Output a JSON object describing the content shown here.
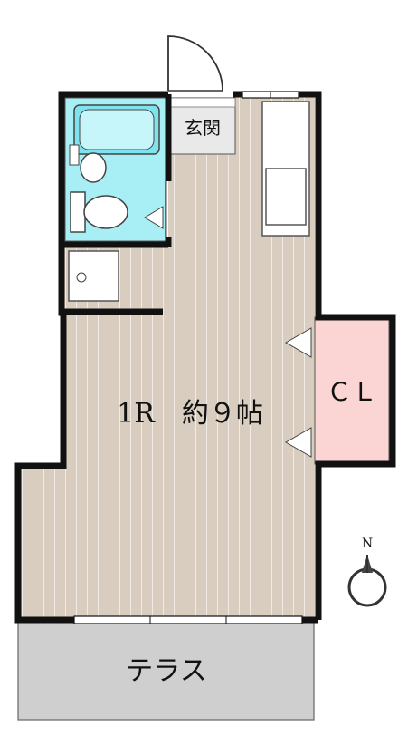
{
  "rooms": {
    "entrance": "玄関",
    "main": "1R　約９帖",
    "closet": "ＣＬ",
    "terrace": "テラス"
  },
  "compass": {
    "north": "N"
  },
  "colors": {
    "wall": "#111111",
    "floor": "#d9cdbf",
    "floor_stripe": "#ffffff",
    "bath": "#a8eef5",
    "closet": "#fbd4d4",
    "terrace": "#cfcfcf",
    "entrance": "#e9e9e9"
  }
}
